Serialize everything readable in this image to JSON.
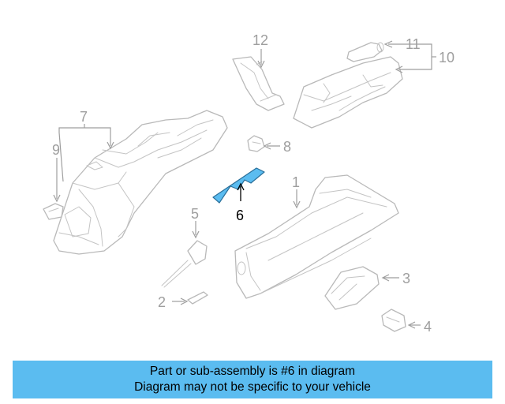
{
  "diagram": {
    "callouts": [
      "1",
      "2",
      "3",
      "4",
      "5",
      "6",
      "7",
      "8",
      "9",
      "10",
      "11",
      "12"
    ],
    "highlighted_part": "6",
    "highlight_color": "#5bbcf0"
  },
  "caption": {
    "line1": "Part or sub-assembly is #6 in diagram",
    "line2": "Diagram may not be specific to your vehicle"
  }
}
